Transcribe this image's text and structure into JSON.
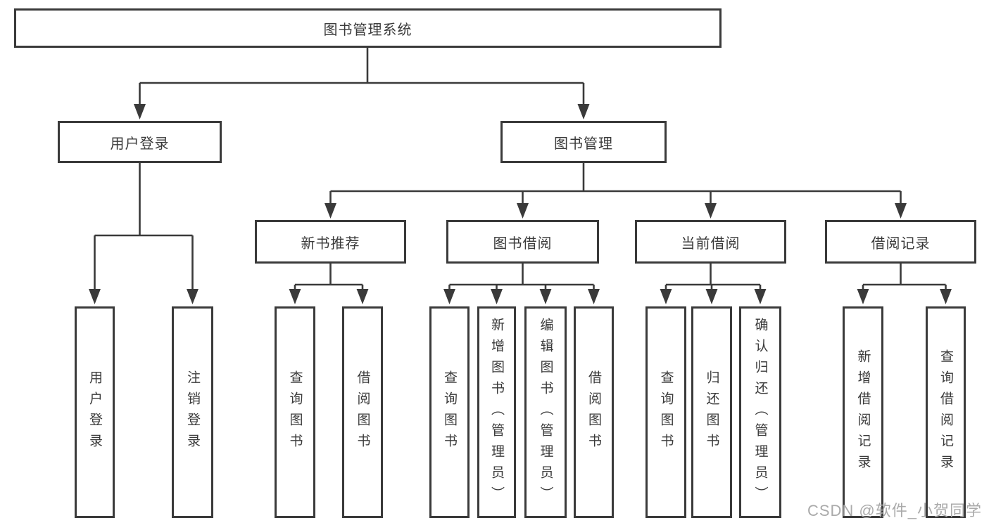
{
  "colors": {
    "line": "#3a3a3a",
    "text": "#3a3a3a",
    "background": "#ffffff",
    "watermark": "#aaaaaa"
  },
  "watermark": {
    "text": "CSDN @软件_小贺同学"
  },
  "diagram": {
    "type": "hierarchy-tree",
    "root": {
      "label": "图书管理系统"
    },
    "branches": [
      {
        "label": "用户登录",
        "children": [
          {
            "label": "用户登录"
          },
          {
            "label": "注销登录"
          }
        ]
      },
      {
        "label": "图书管理",
        "children": [
          {
            "label": "新书推荐",
            "children": [
              {
                "label": "查询图书"
              },
              {
                "label": "借阅图书"
              }
            ]
          },
          {
            "label": "图书借阅",
            "children": [
              {
                "label": "查询图书"
              },
              {
                "label": "新增图书（管理员）"
              },
              {
                "label": "编辑图书（管理员）"
              },
              {
                "label": "借阅图书"
              }
            ]
          },
          {
            "label": "当前借阅",
            "children": [
              {
                "label": "查询图书"
              },
              {
                "label": "归还图书"
              },
              {
                "label": "确认归还（管理员）"
              }
            ]
          },
          {
            "label": "借阅记录",
            "children": [
              {
                "label": "新增借阅记录"
              },
              {
                "label": "查询借阅记录"
              }
            ]
          }
        ]
      }
    ]
  }
}
